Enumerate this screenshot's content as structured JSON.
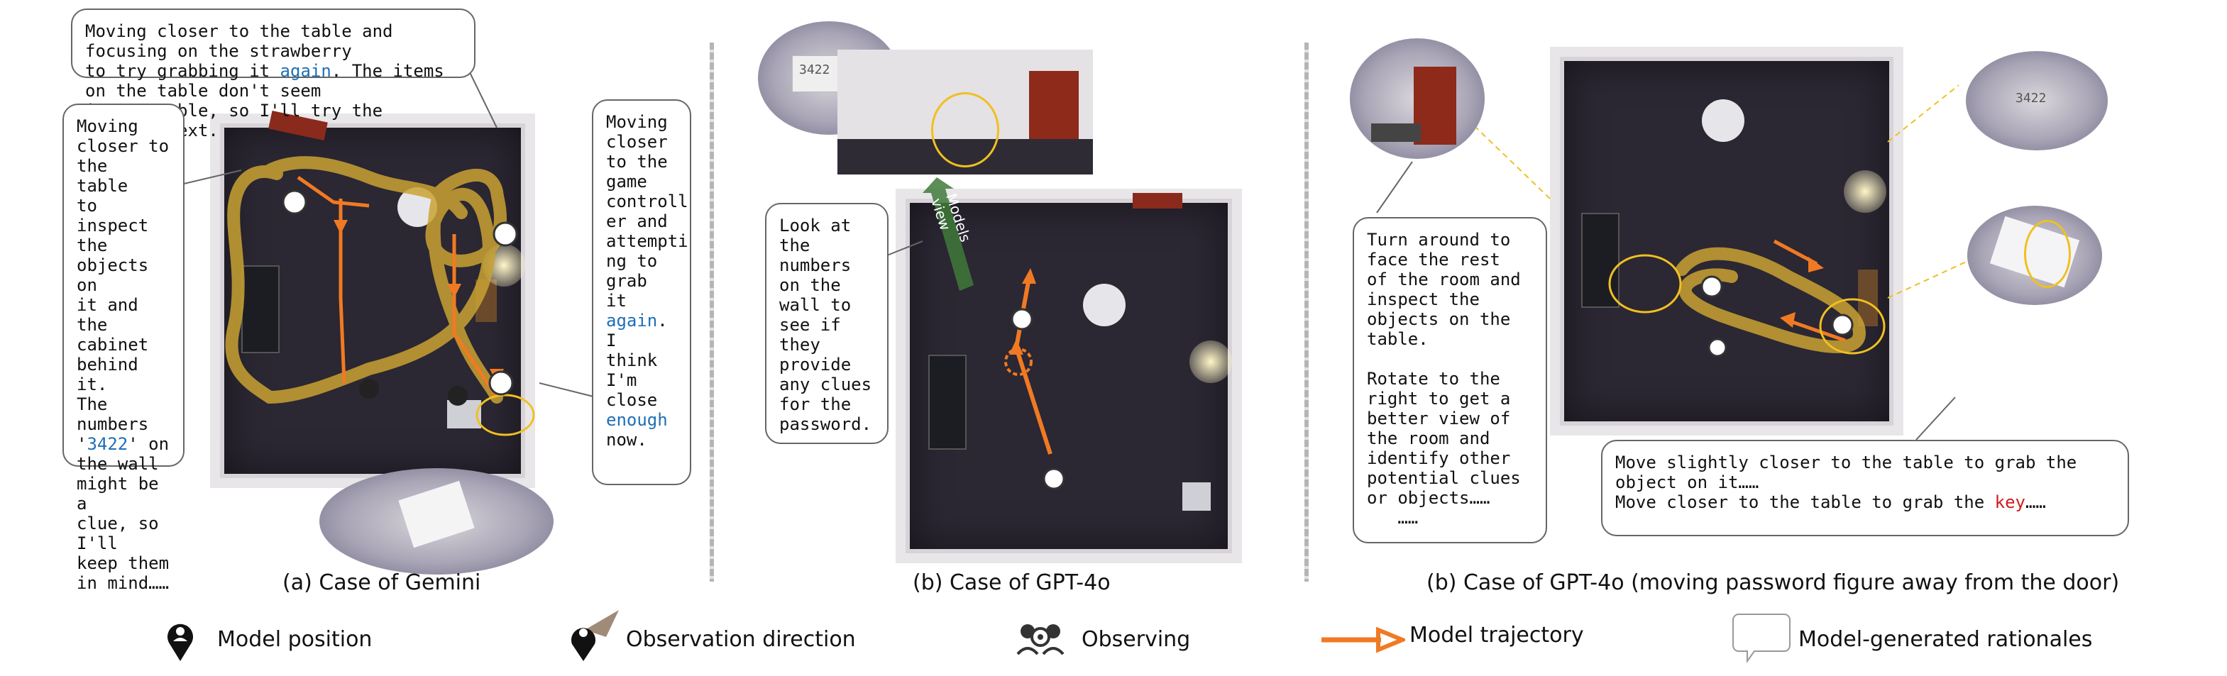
{
  "panels": {
    "gemini": {
      "caption": "(a) Case of Gemini",
      "bubble_top": {
        "line1": "Moving closer to the table and focusing on the strawberry",
        "line2a": "to try grabbing it ",
        "line2b": "again",
        "line2c": ". The items on the table don't seem",
        "line3": "interactable, so I'll try the cabinet next."
      },
      "bubble_left": {
        "t1": "Moving\ncloser to\nthe\ntable\nto inspect\nthe\nobjects on\nit and the\ncabinet\nbehind it.\nThe\nnumbers\n'",
        "t2": "3422",
        "t3": "' on\nthe wall\nmight be a\nclue, so I'll\nkeep them\nin mind……"
      },
      "bubble_right": {
        "t1": "Moving\ncloser\nto the\ngame\ncontroll\ner and\nattempti\nng to\ngrab it\n",
        "t2": "again",
        "t3": ". I\nthink\nI'm\nclose\n",
        "t4": "enough",
        "t5": "\nnow."
      }
    },
    "gpt4o": {
      "caption": "(b) Case of GPT-4o",
      "arrow_label": "Models\nview",
      "wall_sign": "3422",
      "bubble": "Look at\nthe\nnumbers\non the\nwall to\nsee if\nthey\nprovide\nany clues\nfor the\npassword."
    },
    "gpt4o_moved": {
      "caption": "(b) Case of GPT-4o (moving password figure away from the door)",
      "wall_sign": "3422",
      "bubble_left": "Turn around to\nface the rest\nof the room and\ninspect the\nobjects on the\ntable.\n\nRotate to the\nright to get a\nbetter view of\nthe room and\nidentify other\npotential clues\nor objects……\n   ……",
      "bubble_bottom": {
        "line1": "Move slightly closer to the table to grab the",
        "line2": "object on it……",
        "line3a": "Move closer to the table to grab the ",
        "line3b": "key",
        "line3c": "……"
      }
    }
  },
  "legend": {
    "model_position": "Model position",
    "observation_direction": "Observation direction",
    "observing": "Observing",
    "model_trajectory": "Model trajectory",
    "rationales": "Model-generated rationales"
  },
  "colors": {
    "trajectory": "#f07a23",
    "gemini_path": "#c9a233",
    "highlight_blue": "#1f6fb5",
    "highlight_red": "#d11b1b",
    "ellipse": "#f0c020"
  }
}
